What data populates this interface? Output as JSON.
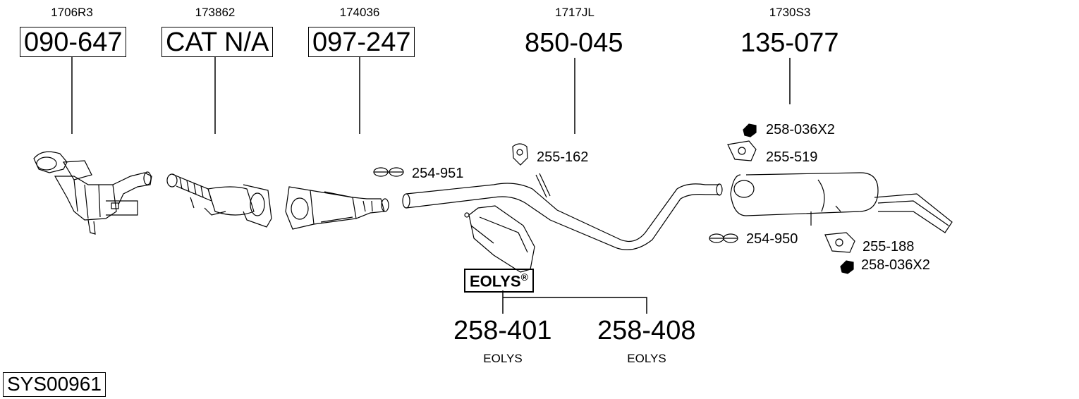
{
  "parts": [
    {
      "ref": "1706R3",
      "number": "090-647",
      "boxed": true
    },
    {
      "ref": "173862",
      "number": "CAT N/A",
      "boxed": true
    },
    {
      "ref": "174036",
      "number": "097-247",
      "boxed": true
    },
    {
      "ref": "1717JL",
      "number": "850-045",
      "boxed": false
    },
    {
      "ref": "1730S3",
      "number": "135-077",
      "boxed": false
    }
  ],
  "accessories": {
    "clamp_1": "254-951",
    "hanger_1": "255-162",
    "nut_1": "258-036X2",
    "hanger_2": "255-519",
    "clamp_2": "254-950",
    "hanger_3": "255-188",
    "nut_2": "258-036X2"
  },
  "eolys": {
    "logo": "EOLYS",
    "registered": "®",
    "items": [
      {
        "number": "258-401",
        "label": "EOLYS"
      },
      {
        "number": "258-408",
        "label": "EOLYS"
      }
    ]
  },
  "system_id": "SYS00961"
}
